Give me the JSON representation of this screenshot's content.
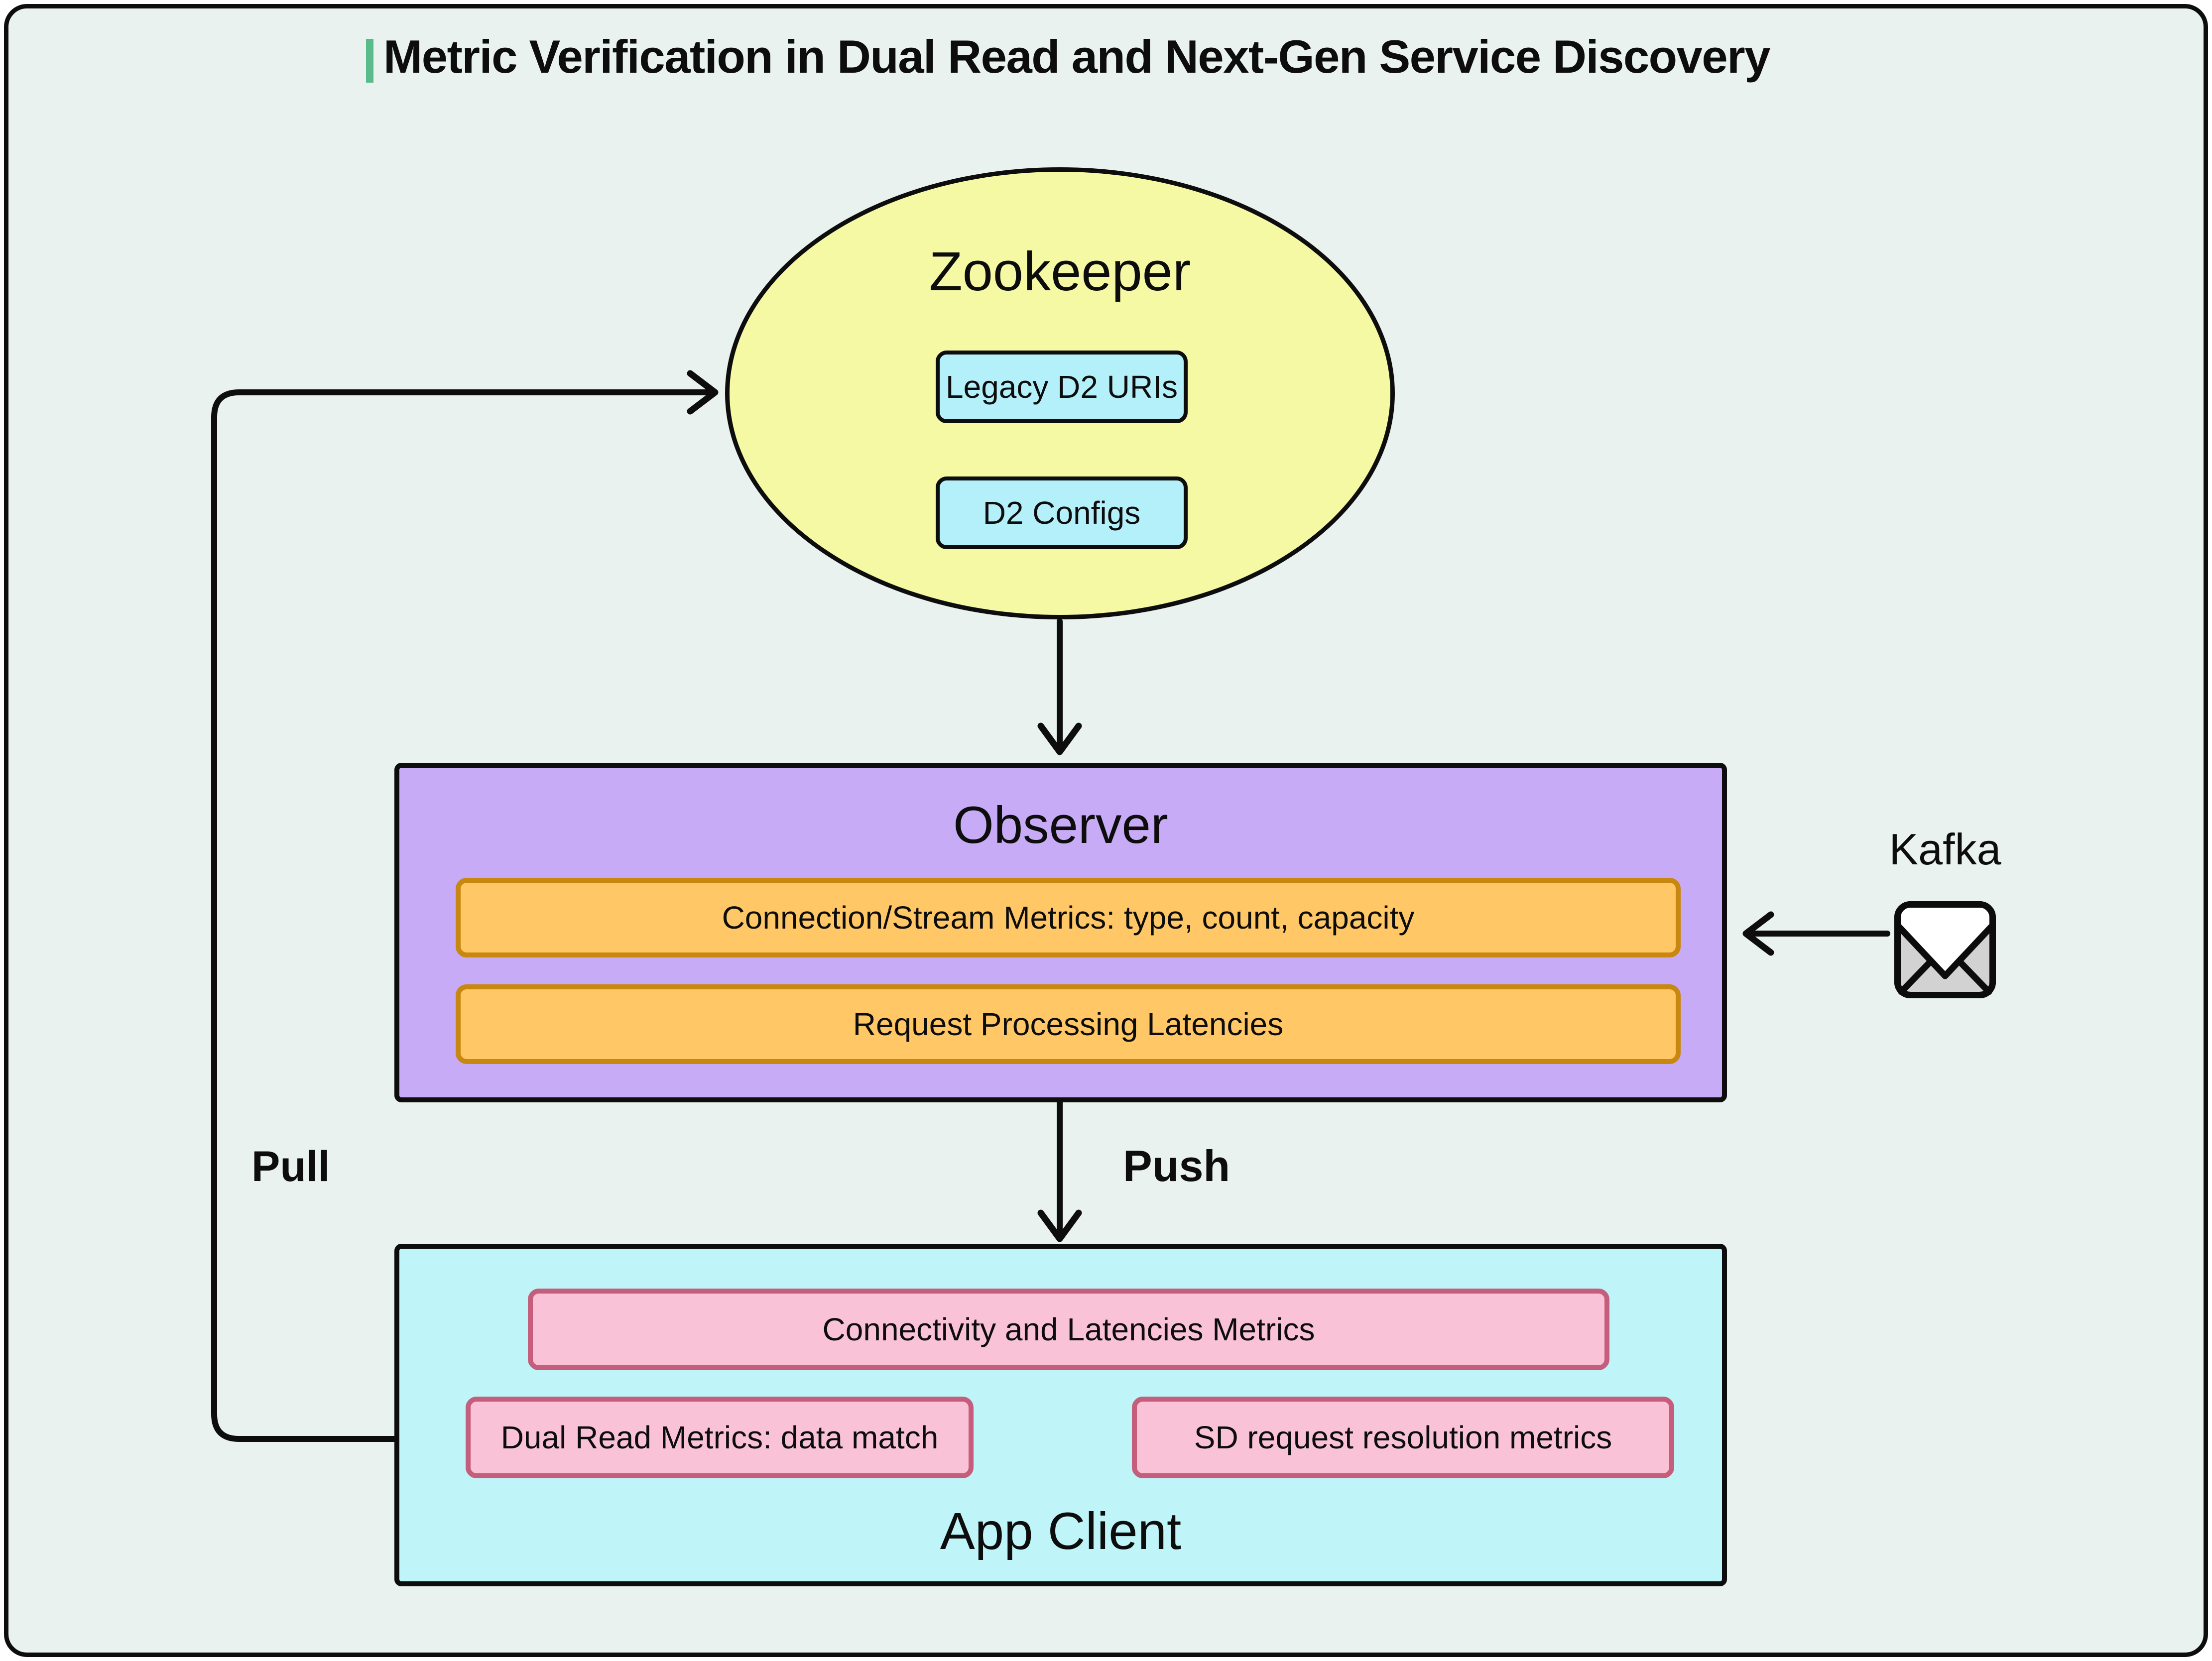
{
  "title": {
    "text": "Metric Verification in Dual Read and Next-Gen Service Discovery",
    "accent_color": "#57bb8a"
  },
  "nodes": {
    "zookeeper": {
      "label": "Zookeeper",
      "shape": "ellipse",
      "fill": "#f6f9a4",
      "item_fill": "#b4f0fa",
      "items": [
        {
          "label": "Legacy D2 URIs"
        },
        {
          "label": "D2 Configs"
        }
      ]
    },
    "observer": {
      "label": "Observer",
      "shape": "rectangle",
      "fill": "#c7abf6",
      "item_fill": "#ffc765",
      "item_border": "#c8870f",
      "items": [
        {
          "label": "Connection/Stream Metrics: type, count, capacity"
        },
        {
          "label": "Request Processing Latencies"
        }
      ]
    },
    "app_client": {
      "label": "App Client",
      "shape": "rectangle",
      "fill": "#bff5f9",
      "item_fill": "#fac2d7",
      "item_border": "#c55e7c",
      "items": [
        {
          "label": "Connectivity and Latencies Metrics"
        },
        {
          "label": "Dual Read Metrics: data match"
        },
        {
          "label": "SD request resolution metrics"
        }
      ]
    },
    "kafka": {
      "label": "Kafka",
      "icon": "envelope-icon"
    }
  },
  "edges": [
    {
      "from": "Zookeeper",
      "to": "Observer",
      "label": "",
      "direction": "down"
    },
    {
      "from": "Observer",
      "to": "App Client",
      "label": "Push",
      "direction": "down"
    },
    {
      "from": "App Client",
      "to": "Zookeeper",
      "label": "Pull",
      "direction": "up-loop"
    },
    {
      "from": "Kafka",
      "to": "Observer",
      "label": "",
      "direction": "left"
    }
  ],
  "palette": {
    "canvas_background": "#e9f2ee",
    "outer_border": "#0d0d0d",
    "accent_green": "#57bb8a",
    "zookeeper_fill": "#f6f9a4",
    "zookeeper_item_fill": "#b4f0fa",
    "observer_fill": "#c7abf6",
    "observer_item_fill": "#ffc765",
    "observer_item_border": "#c8870f",
    "app_client_fill": "#bff5f9",
    "app_client_item_fill": "#fac2d7",
    "app_client_item_border": "#c55e7c",
    "line_color": "#0d0d0d",
    "envelope_gray": "#d2d2d2"
  }
}
